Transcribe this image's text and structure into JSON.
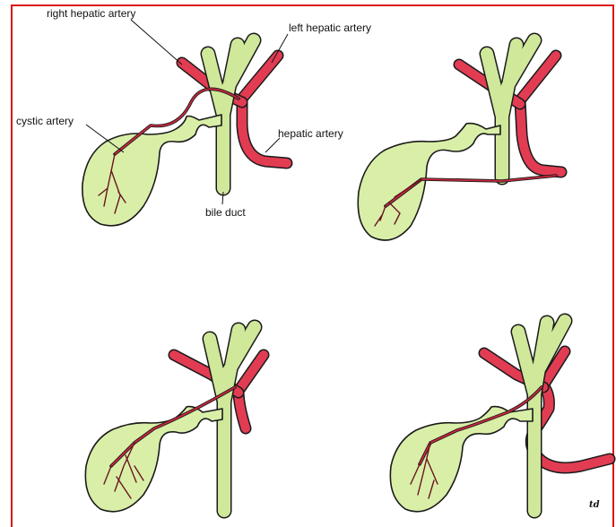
{
  "labels": {
    "right_hepatic_artery": "right hepatic artery",
    "left_hepatic_artery": "left hepatic artery",
    "cystic_artery": "cystic artery",
    "hepatic_artery": "hepatic artery",
    "bile_duct": "bile duct"
  },
  "signature": "td",
  "colors": {
    "frame": "#dd1111",
    "gallbladder_fill": "#d9efa8",
    "duct_fill": "#cfe89a",
    "artery_fill": "#e23c53",
    "outline": "#1a1a1a"
  }
}
